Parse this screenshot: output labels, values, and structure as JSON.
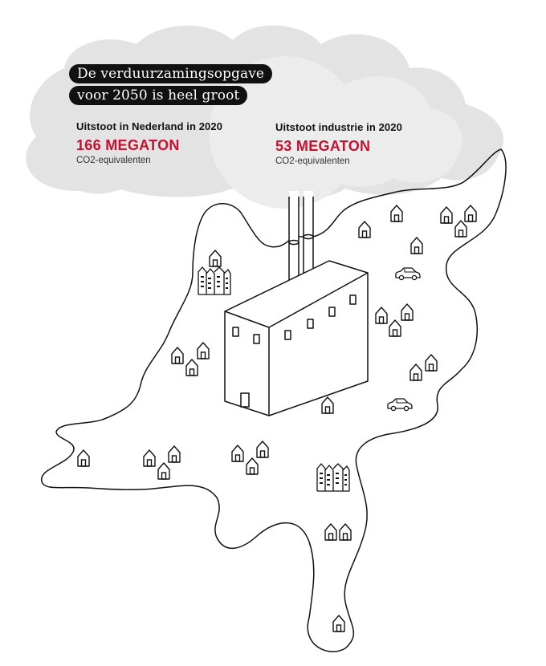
{
  "title": {
    "line1": "De verduurzamingsopgave",
    "line2": "voor 2050 is heel groot"
  },
  "stats": [
    {
      "label": "Uitstoot in Nederland in 2020",
      "value": "166 MEGATON",
      "unit": "CO2-equivalenten"
    },
    {
      "label": "Uitstoot industrie in 2020",
      "value": "53 MEGATON",
      "unit": "CO2-equivalenten"
    }
  ],
  "colors": {
    "cloud": "#e3e3e3",
    "accent": "#c8102e",
    "ink": "#111111"
  },
  "icons": [
    "cloud-icon",
    "netherlands-map-icon",
    "factory-icon",
    "house-icon",
    "apartment-icon",
    "car-icon"
  ]
}
